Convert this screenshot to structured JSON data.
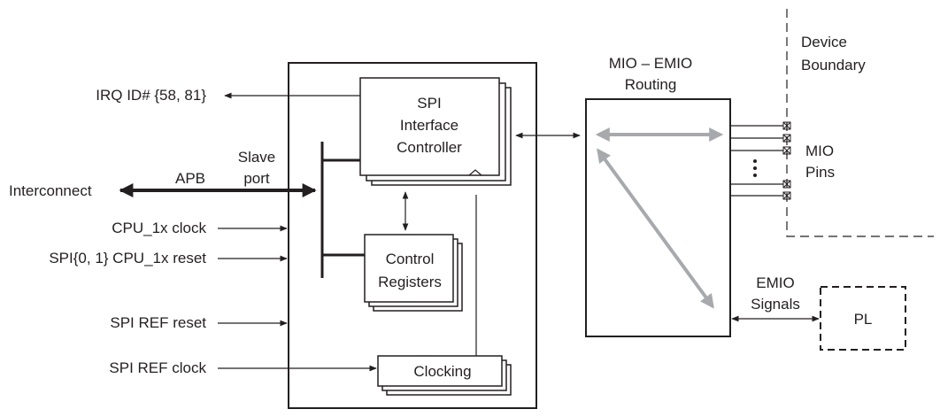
{
  "title": "SPI Controller Block Diagram",
  "colors": {
    "line": "#231f20",
    "routing_arrow": "#a7a9ac",
    "background": "#ffffff"
  },
  "left_signals": {
    "irq": "IRQ ID# {58, 81}",
    "apb": "APB",
    "slave_port_line1": "Slave",
    "slave_port_line2": "port",
    "interconnect": "Interconnect",
    "cpu_clock": "CPU_1x clock",
    "cpu_reset": "SPI{0, 1} CPU_1x reset",
    "ref_reset": "SPI REF reset",
    "ref_clock": "SPI REF clock"
  },
  "blocks": {
    "spi_controller": {
      "line1": "SPI",
      "line2": "Interface",
      "line3": "Controller"
    },
    "control_registers": {
      "line1": "Control",
      "line2": "Registers"
    },
    "clocking": {
      "label": "Clocking"
    },
    "routing": {
      "line1": "MIO – EMIO",
      "line2": "Routing"
    },
    "pl": {
      "label": "PL"
    }
  },
  "right_labels": {
    "device_boundary_line1": "Device",
    "device_boundary_line2": "Boundary",
    "mio_pins_line1": "MIO",
    "mio_pins_line2": "Pins",
    "emio_line1": "EMIO",
    "emio_line2": "Signals"
  }
}
